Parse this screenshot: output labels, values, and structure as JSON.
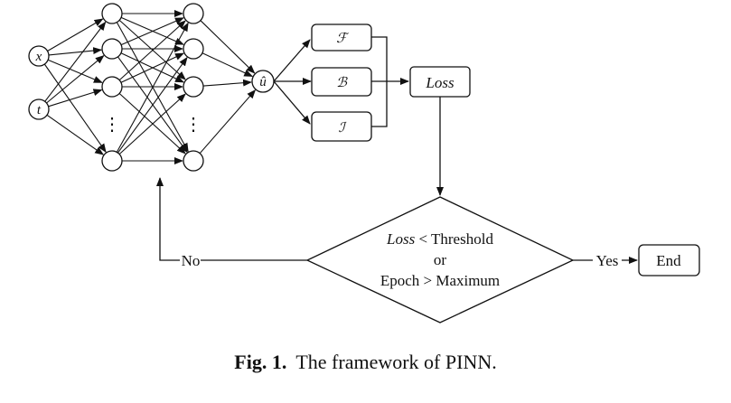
{
  "network": {
    "inputs": [
      "x",
      "t"
    ],
    "output": "û",
    "hidden_dots": "⋮"
  },
  "residuals": [
    "ℱ",
    "ℬ",
    "ℐ"
  ],
  "loss": "Loss",
  "decision": {
    "line1_italic": "Loss",
    "line1_rest": " < Threshold",
    "line2": "or",
    "line3": "Epoch > Maximum"
  },
  "branches": {
    "no": "No",
    "yes": "Yes"
  },
  "end": "End",
  "caption": {
    "label": "Fig. 1.",
    "text": "The framework of PINN."
  }
}
